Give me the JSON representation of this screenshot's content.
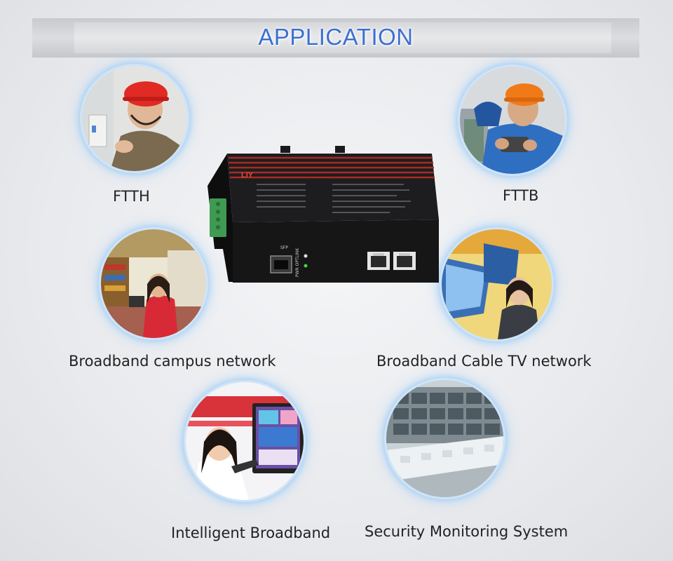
{
  "banner": {
    "title": "APPLICATION"
  },
  "device": {
    "brand": "LIY",
    "label_sfp": "SFP",
    "label_status": "PWR  OPTLINK"
  },
  "applications": [
    {
      "label": "FTTH"
    },
    {
      "label": "FTTB"
    },
    {
      "label": "Broadband campus network"
    },
    {
      "label": "Broadband Cable TV network"
    },
    {
      "label": "Intelligent Broadband"
    },
    {
      "label": "Security Monitoring System"
    }
  ]
}
